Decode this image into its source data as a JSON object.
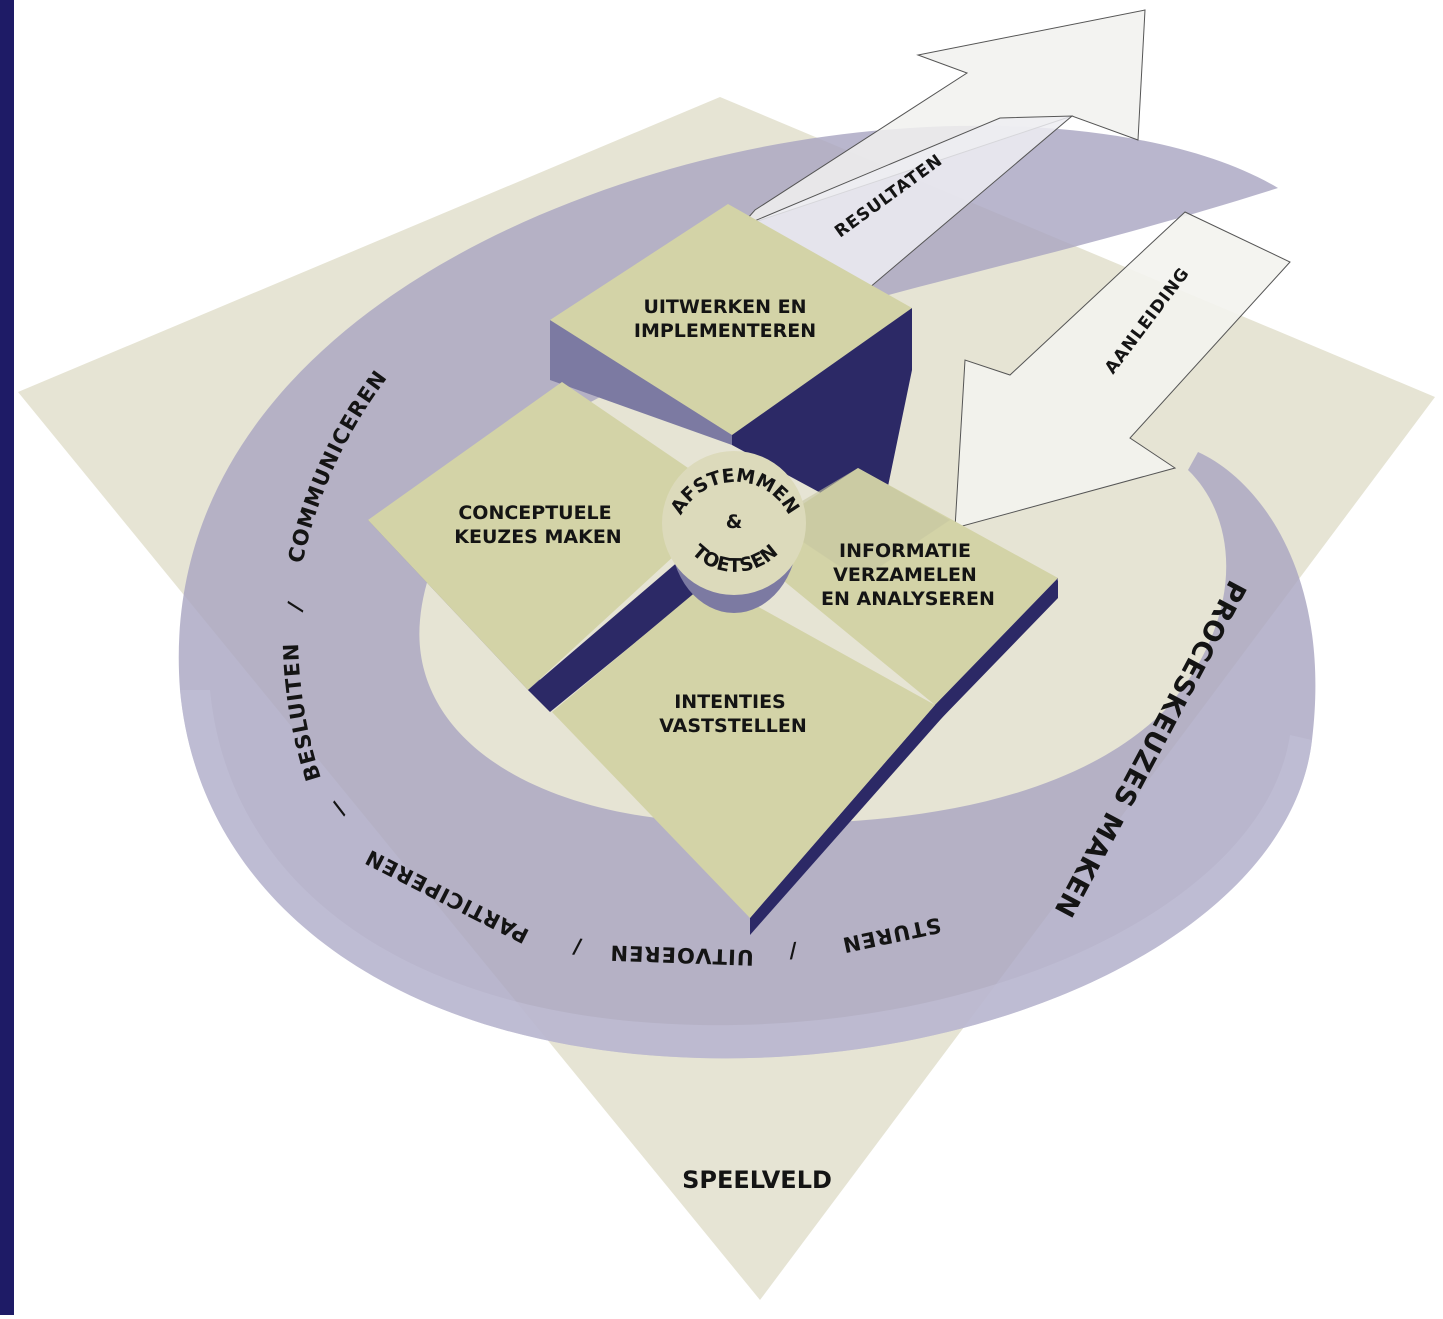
{
  "blocks": {
    "uitwerken": {
      "line1": "UITWERKEN EN",
      "line2": "IMPLEMENTEREN"
    },
    "conceptueel": {
      "line1": "CONCEPTUELE",
      "line2": "KEUZES MAKEN"
    },
    "informatie": {
      "line1": "INFORMATIE",
      "line2": "VERZAMELEN",
      "line3": "EN ANALYSEREN"
    },
    "intenties": {
      "line1": "INTENTIES",
      "line2": "VASTSTELLEN"
    }
  },
  "center": {
    "top": "AFSTEMMEN",
    "middle": "&",
    "bottom": "TOETSEN"
  },
  "arrows": {
    "out": "RESULTATEN",
    "in": "AANLEIDING"
  },
  "ring": {
    "communiceren": "COMMUNICEREN",
    "besluiten": "BESLUITEN",
    "participeren": "PARTICIPEREN",
    "uitvoeren": "UITVOEREN",
    "sturen": "STUREN",
    "separator": "/"
  },
  "proceskeuzes": "PROCESKEUZES MAKEN",
  "speelveld": "SPEELVELD",
  "colors": {
    "frame": "#1e1b66",
    "field": "#e6e4d4",
    "ring_light": "#c3c1d8",
    "ring_dark": "#a9a6c2",
    "block_top": "#d3d3a7",
    "block_side_dark": "#2c2966",
    "block_side_light": "#7c7aa2",
    "center_disc": "#dcdabb"
  }
}
